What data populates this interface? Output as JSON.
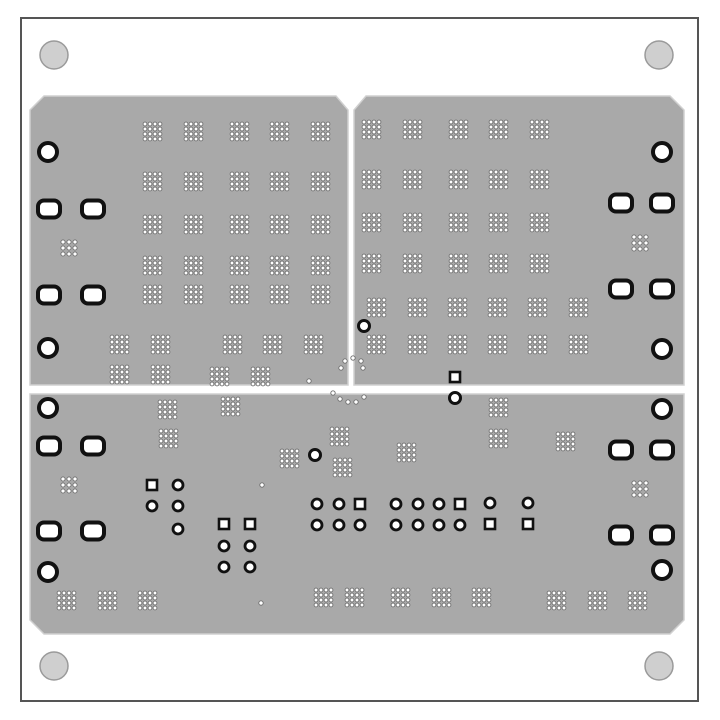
{
  "view": "pcb-copper-layer",
  "colors": {
    "background": "#ffffff",
    "board_outline": "#555555",
    "copper": "#a9a9a9",
    "copper_edge": "#d0d0d0",
    "via_ring": "#6e6e6e",
    "via_hole": "#ffffff",
    "pad": "#111111",
    "mount_hole": "#cfcfcf",
    "mount_hole_edge": "#9a9a9a"
  },
  "regions": [
    {
      "name": "copper-pour-top-left"
    },
    {
      "name": "copper-pour-top-right"
    },
    {
      "name": "copper-pour-bottom"
    }
  ],
  "mounting_holes": 4
}
